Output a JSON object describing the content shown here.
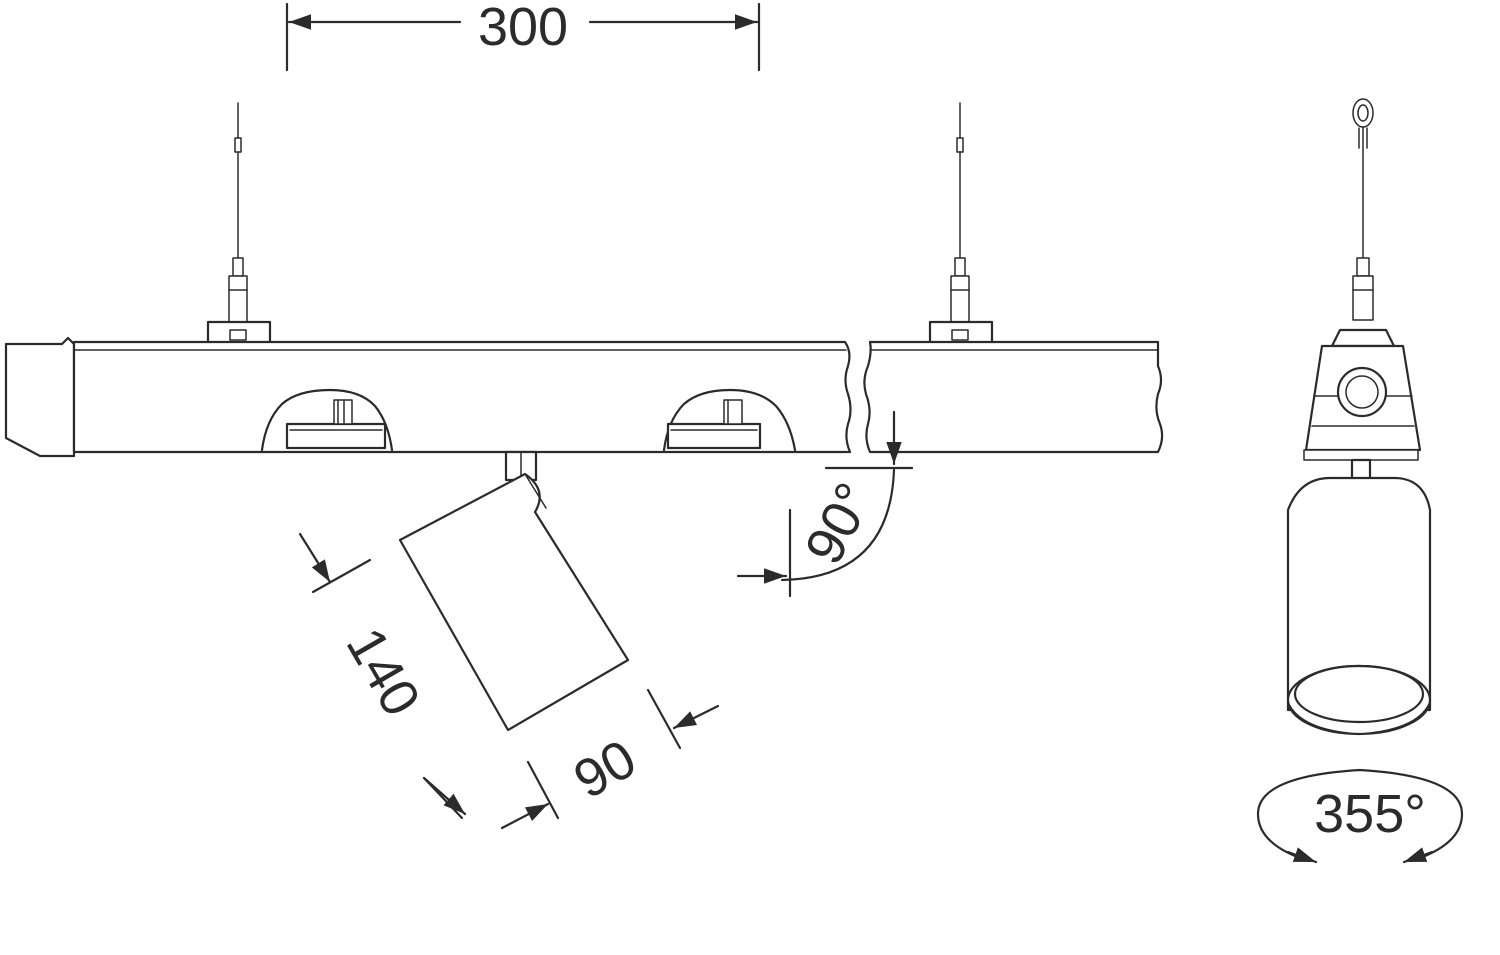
{
  "dimensions": {
    "spacing": "300",
    "spot_length": "140",
    "spot_diameter": "90",
    "tilt_angle": "90°",
    "rotation_angle": "355°"
  },
  "colors": {
    "line": "#2b2b2b",
    "background": "#ffffff",
    "body_fill": "#efefef"
  }
}
